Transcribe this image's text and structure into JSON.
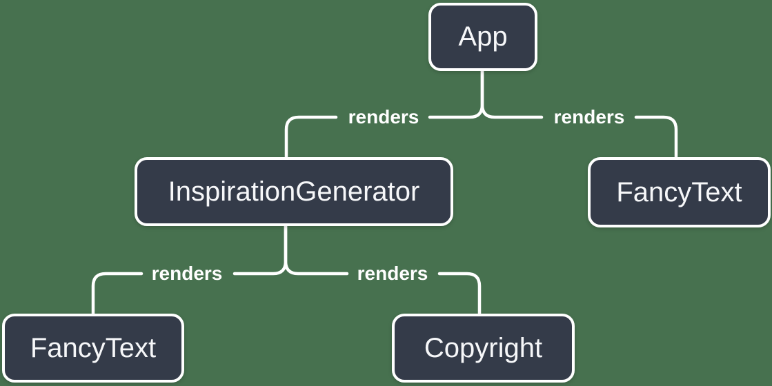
{
  "diagram": {
    "type": "component-render-tree",
    "colors": {
      "background": "#47714F",
      "node_fill": "#343B49",
      "node_border": "#FFFFFF",
      "node_text": "#F6F7F9",
      "line": "#FFFFFF",
      "edge_label_text": "#FFFFFF"
    },
    "nodes": [
      {
        "id": "app",
        "label": "App"
      },
      {
        "id": "inspiration-generator",
        "label": "InspirationGenerator"
      },
      {
        "id": "fancy-text-right",
        "label": "FancyText"
      },
      {
        "id": "fancy-text-left",
        "label": "FancyText"
      },
      {
        "id": "copyright",
        "label": "Copyright"
      }
    ],
    "edges": [
      {
        "from": "App",
        "to": "InspirationGenerator",
        "label": "renders"
      },
      {
        "from": "App",
        "to": "FancyText",
        "label": "renders"
      },
      {
        "from": "InspirationGenerator",
        "to": "FancyText",
        "label": "renders"
      },
      {
        "from": "InspirationGenerator",
        "to": "Copyright",
        "label": "renders"
      }
    ]
  }
}
